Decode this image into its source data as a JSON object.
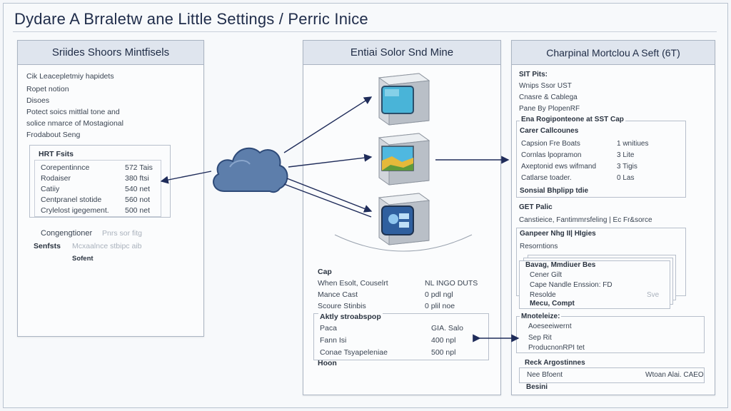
{
  "page_title": "Dydare A Brraletw ane Little Settings / Perric Inice",
  "left_panel": {
    "header": "Sriides Shoors Mintfisels",
    "intro_lines": [
      "Cik Leacepletmiy hapidets",
      "Ropet notion",
      "Disoes",
      "Potect soics mittlal tone and",
      "solice nmarce of Mostagional",
      "Frodabout Seng"
    ],
    "box_title": "HRT Fsits",
    "box_rows": [
      {
        "label": "Corepentinnce",
        "value": "572 Tais"
      },
      {
        "label": "Rodaiser",
        "value": "380 ftsi"
      },
      {
        "label": "Catiiy",
        "value": "540 net"
      },
      {
        "label": "Centpranel stotide",
        "value": "560 not"
      },
      {
        "label": "Crylelost igegement.",
        "value": "500 net"
      }
    ],
    "footer_line1": "Congengtioner",
    "footer_line1_faded": "Pnrs sor fitg",
    "footer_line2": "Senfsts",
    "footer_line2_faded": "Mcxaalnce stbipc aib",
    "footer_line3": "Sofent"
  },
  "mid_panel": {
    "header": "Entiai Solor Snd Mine",
    "section_title": "Cap",
    "rows": [
      {
        "label": "When Esolt, Couselrt",
        "value": "NL INGO DUTS"
      },
      {
        "label": "Mance Cast",
        "value": "0 pdl ngl"
      },
      {
        "label": "Scoure Stinbis",
        "value": "0 plil noe"
      }
    ],
    "box_title": "Aktly stroabspop",
    "box_rows": [
      {
        "label": "Paca",
        "value": "GIA. Salo"
      },
      {
        "label": "Fann Isi",
        "value": "400 npl"
      },
      {
        "label": "Conae Tsyapeleniae",
        "value": "500 npl"
      }
    ],
    "footer": "Hoon"
  },
  "right_panel": {
    "header": "Charpinal Mortclou A Seft (6T)",
    "intro_lines": [
      "SIT Pits:",
      "Wnips Ssor UST",
      "Cnasre & Cablega",
      "Pane By PlopenRF"
    ],
    "box1_title": "Ena Rogiponteone at SST Cap",
    "box1_sub": "Carer Callcounes",
    "box1_rows": [
      {
        "label": "Capsion Fre Boats",
        "value": "1  wnitiues"
      },
      {
        "label": "Cornlas lpopramon",
        "value": "3  Lite"
      },
      {
        "label": "Axeptonid ews wifmand",
        "value": "3  Tigis"
      },
      {
        "label": "Catlarse toader.",
        "value": "0  Las"
      }
    ],
    "box1_footer": "Sonsial Bhplipp tdie",
    "section2_title": "GET Palic",
    "section2_line": "Canstieice, Fantimmrsfeling | Ec Fr&sorce",
    "stack_lines": [
      "Ganpeer Nhg II| HIgies",
      "Resorntions",
      "Bavag, Mmdiuer Bes",
      "Cener Gilt",
      "Cape Nandle Enssion: FD",
      "Resolde",
      "Mecu, Compt"
    ],
    "stack_badge": "Sve",
    "box3_title": "Mnoteleize:",
    "box3_rows": [
      "Aoeseeiwernt",
      "Sep Rit",
      "ProducnonRPI tet"
    ],
    "box4_title": "Reck Argostinnes",
    "box4_rows": [
      {
        "label": "Nee Bfoent",
        "value": "Wtoan Alai. CAEO"
      },
      {
        "label": "Besini",
        "value": ""
      }
    ]
  },
  "colors": {
    "header_bg": "#dfe5ee",
    "arrow": "#1f2c5a",
    "cloud_fill": "#5d7eab",
    "cloud_stroke": "#2e4a78"
  }
}
